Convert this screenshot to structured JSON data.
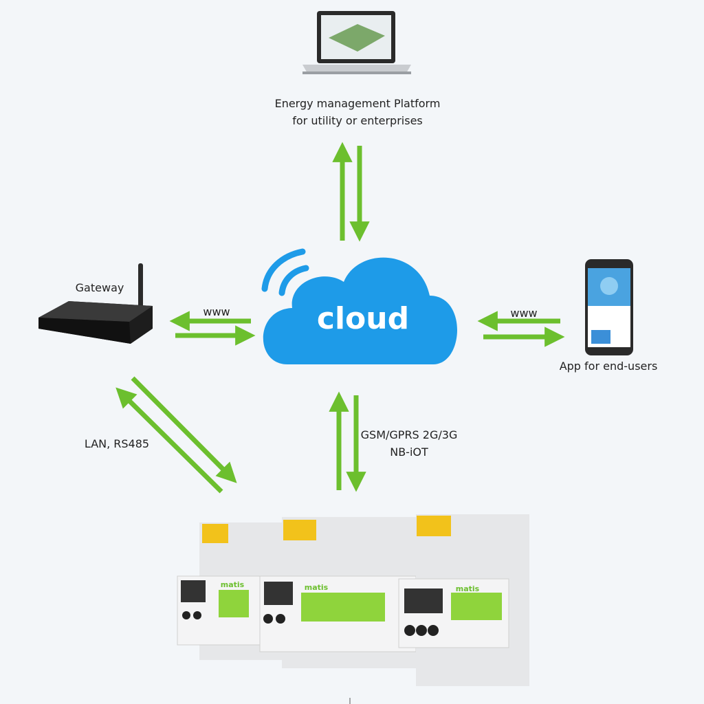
{
  "colors": {
    "arrow": "#6cbf2e",
    "cloud": "#1e9be8",
    "background": "#f3f6f9"
  },
  "platform": {
    "line1": "Energy management Platform",
    "line2": "for utility or enterprises"
  },
  "cloud": {
    "label": "cloud"
  },
  "gateway": {
    "label": "Gateway",
    "link_label": "www"
  },
  "app": {
    "label": "App for end-users",
    "link_label": "www"
  },
  "lan": {
    "label": "LAN, RS485"
  },
  "cellular": {
    "line1": "GSM/GPRS 2G/3G",
    "line2": "NB-iOT"
  },
  "devices": {
    "brand": "matis"
  }
}
